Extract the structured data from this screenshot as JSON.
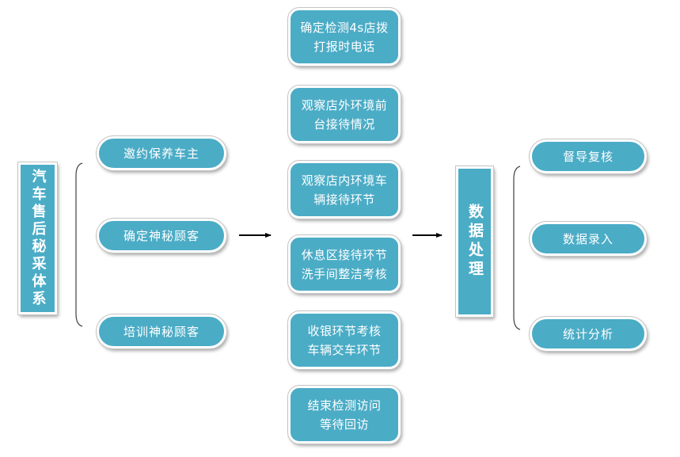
{
  "left_title": "汽车售后秘采体系",
  "left_items": [
    "邀约保养车主",
    "确定神秘顾客",
    "培训神秘顾客"
  ],
  "steps": [
    {
      "lines": [
        "确定检测4s店拨",
        "打报时电话"
      ]
    },
    {
      "lines": [
        "观察店外环境前",
        "台接待情况"
      ]
    },
    {
      "lines": [
        "观察店内环境车",
        "辆接待环节"
      ]
    },
    {
      "lines": [
        "休息区接待环节",
        "洗手间整洁考核"
      ]
    },
    {
      "lines": [
        "收银环节考核",
        "车辆交车环节"
      ]
    },
    {
      "lines": [
        "结束检测访问",
        "等待回访"
      ]
    }
  ],
  "right_title": "数据处理",
  "right_items": [
    "督导复核",
    "数据录入",
    "统计分析"
  ],
  "colors": {
    "node_fill": "#4bacc6",
    "node_text": "#ffffff",
    "arrow": "#000000",
    "bracket": "#404040"
  }
}
